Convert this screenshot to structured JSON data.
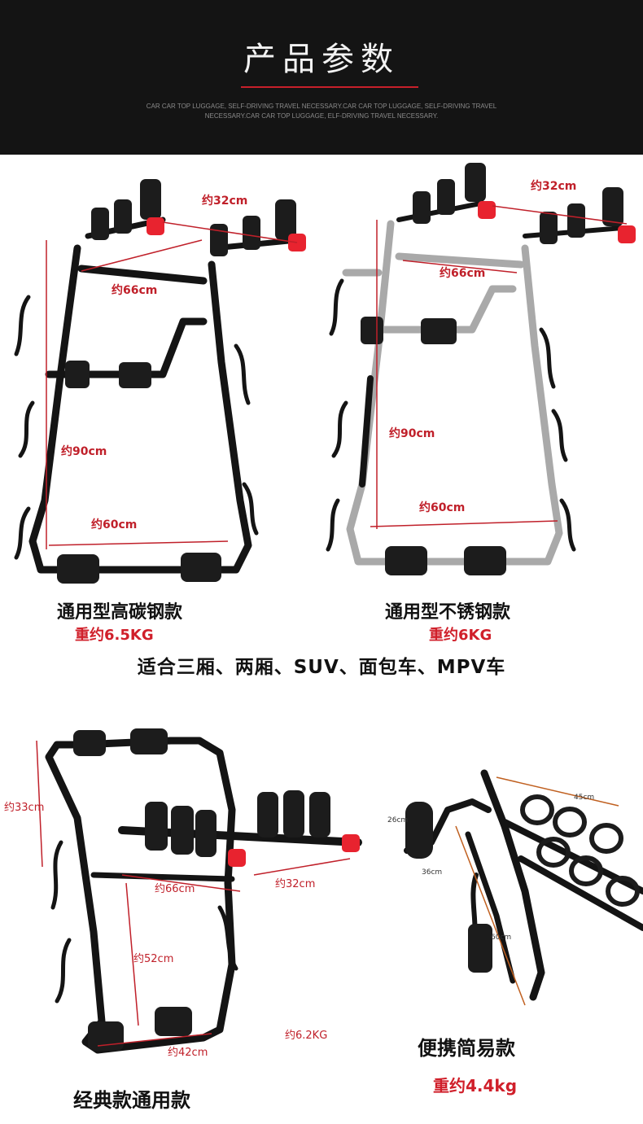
{
  "header": {
    "title": "产品参数",
    "subtitle": "CAR CAR TOP LUGGAGE, SELF-DRIVING TRAVEL NECESSARY.CAR CAR TOP LUGGAGE, SELF-DRIVING TRAVEL NECESSARY.CAR CAR TOP LUGGAGE, ELF-DRIVING TRAVEL NECESSARY."
  },
  "products": {
    "carbon": {
      "name": "通用型高碳钢款",
      "weight": "重约6.5KG",
      "dims": {
        "top": "约32cm",
        "width": "约66cm",
        "height": "约90cm",
        "base": "约60cm"
      }
    },
    "stainless": {
      "name": "通用型不锈钢款",
      "weight": "重约6KG",
      "dims": {
        "top": "约32cm",
        "width": "约66cm",
        "height": "约90cm",
        "base": "约60cm"
      }
    },
    "suitable": "适合三厢、两厢、SUV、面包车、MPV车",
    "classic": {
      "name": "经典款通用款",
      "weight": "约6.2KG",
      "dims": {
        "top": "约33cm",
        "width": "约66cm",
        "arm": "约32cm",
        "height": "约52cm",
        "base": "约42cm"
      }
    },
    "portable": {
      "name": "便携简易款",
      "weight": "重约4.4kg",
      "dims": {
        "top": "45cm",
        "side": "26cm",
        "foot": "36cm",
        "height": "60cm"
      }
    }
  },
  "colors": {
    "header_bg": "#141414",
    "accent": "#c8202a",
    "frame_black": "#141414",
    "frame_steel": "#a9a9a9",
    "knob_red": "#e8232f"
  }
}
